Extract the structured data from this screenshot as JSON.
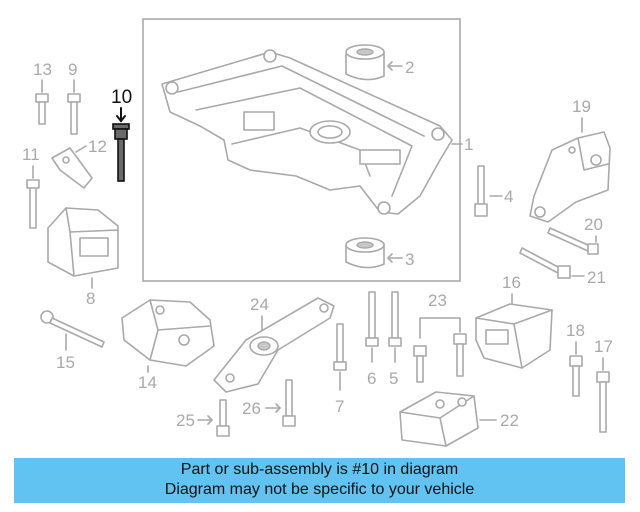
{
  "callouts": {
    "c1": "1",
    "c2": "2",
    "c3": "3",
    "c4": "4",
    "c5": "5",
    "c6": "6",
    "c7": "7",
    "c8": "8",
    "c9": "9",
    "c10": "10",
    "c11": "11",
    "c12": "12",
    "c13": "13",
    "c14": "14",
    "c15": "15",
    "c16": "16",
    "c17": "17",
    "c18": "18",
    "c19": "19",
    "c20": "20",
    "c21": "21",
    "c22": "22",
    "c23": "23",
    "c24": "24",
    "c25": "25",
    "c26": "26"
  },
  "highlighted_part": "10",
  "colors": {
    "banner_bg": "#61c3f1",
    "part_lines": "#a9a9a9",
    "highlight": "#111111"
  },
  "banner": {
    "line1": "Part or sub-assembly is #10 in diagram",
    "line2": "Diagram may not be specific to your vehicle"
  }
}
